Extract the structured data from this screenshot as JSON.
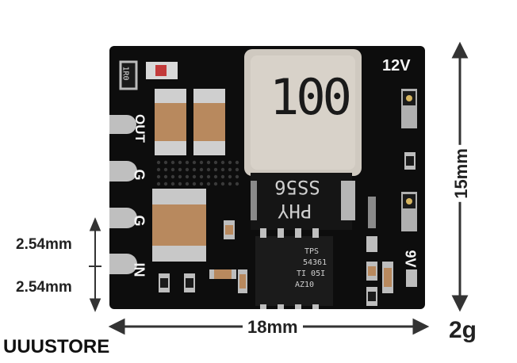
{
  "photo": {
    "store_logo": "UUUSTORE",
    "weight": "2g",
    "dimensions": {
      "width": "18mm",
      "height": "15mm",
      "pitch_upper": "2.54mm",
      "pitch_lower": "2.54mm"
    },
    "board": {
      "voltage_top": "12V",
      "voltage_bottom": "9V",
      "pins": {
        "out": "OUT",
        "g1": "G",
        "g2": "G",
        "in": "IN"
      },
      "resistor_code": "1R0",
      "inductor_code": "100",
      "diode_lines": [
        "SS56",
        "PHY"
      ],
      "ic_lines": [
        "TPS",
        "54361",
        "TI  05I",
        "AZ10"
      ]
    },
    "colors": {
      "pcb": "#0d0d0d",
      "silkscreen": "#f4f4f4",
      "capacitor": "#b8895e",
      "inductor": "#cfc9c0",
      "text": "#222222"
    }
  }
}
